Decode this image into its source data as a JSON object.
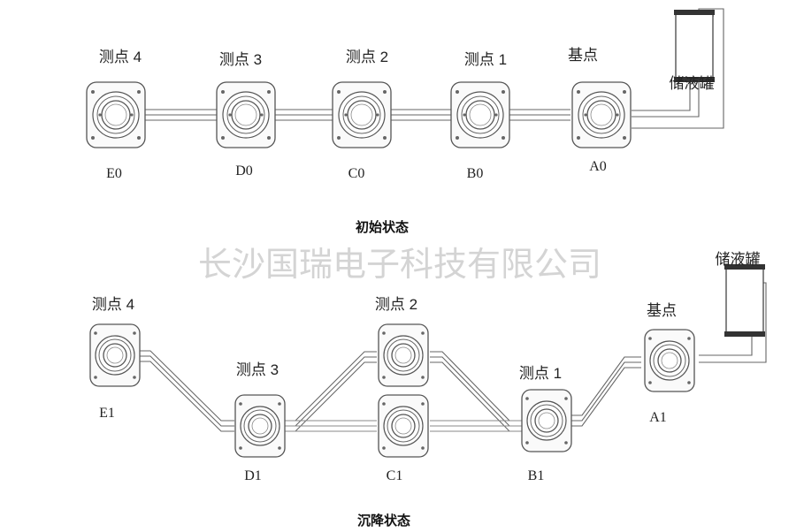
{
  "watermark": "长沙国瑞电子科技有限公司",
  "initial": {
    "caption": "初始状态",
    "points": [
      {
        "name": "测点 4",
        "code": "E0"
      },
      {
        "name": "测点 3",
        "code": "D0"
      },
      {
        "name": "测点 2",
        "code": "C0"
      },
      {
        "name": "测点 1",
        "code": "B0"
      },
      {
        "name": "基点",
        "code": "A0"
      }
    ],
    "tank": "储液罐"
  },
  "settled": {
    "caption": "沉降状态",
    "points": [
      {
        "name": "测点 4",
        "code": "E1"
      },
      {
        "name": "测点 3",
        "code": "D1"
      },
      {
        "name": "测点 2",
        "code": "C1"
      },
      {
        "name": "测点 1",
        "code": "B1"
      },
      {
        "name": "基点",
        "code": "A1"
      }
    ],
    "tank": "储液罐"
  }
}
